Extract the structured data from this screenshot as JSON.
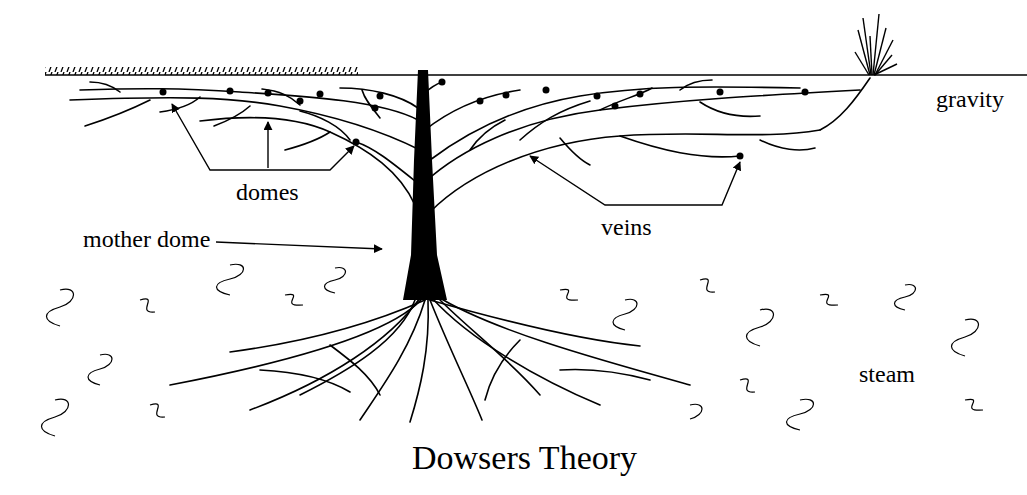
{
  "diagram": {
    "caption": "Dowsers Theory",
    "labels": [
      "gravity",
      "domes",
      "veins",
      "mother dome",
      "steam"
    ]
  }
}
